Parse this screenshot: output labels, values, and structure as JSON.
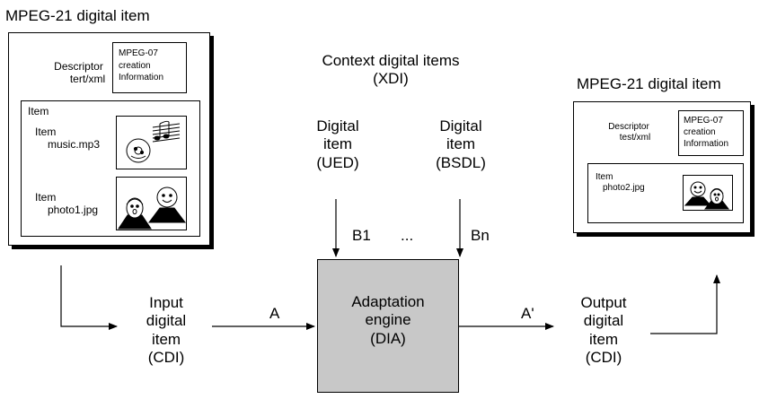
{
  "left_item": {
    "title": "MPEG-21 digital item",
    "descriptor": {
      "line1": "Descriptor",
      "line2": "tert/xml"
    },
    "creation_box": {
      "line1": "MPEG-07",
      "line2": "creation",
      "line3": "Information"
    },
    "item_group": {
      "label": "Item",
      "music": {
        "line1": "Item",
        "line2": "music.mp3"
      },
      "photo": {
        "line1": "Item",
        "line2": "photo1.jpg"
      }
    }
  },
  "context": {
    "title_line1": "Context digital items",
    "title_line2": "(XDI)",
    "ued": {
      "line1": "Digital",
      "line2": "item",
      "line3": "(UED)"
    },
    "bsdl": {
      "line1": "Digital",
      "line2": "item",
      "line3": "(BSDL)"
    },
    "b1": "B1",
    "ellipsis": "...",
    "bn": "Bn"
  },
  "input": {
    "line1": "Input",
    "line2": "digital",
    "line3": "item",
    "line4": "(CDI)",
    "arrow_label": "A"
  },
  "engine": {
    "line1": "Adaptation",
    "line2": "engine",
    "line3": "(DIA)"
  },
  "output": {
    "line1": "Output",
    "line2": "digital",
    "line3": "item",
    "line4": "(CDI)",
    "arrow_label": "A'"
  },
  "right_item": {
    "title": "MPEG-21 digital item",
    "descriptor": {
      "line1": "Descriptor",
      "line2": "test/xml"
    },
    "creation_box": {
      "line1": "MPEG-07",
      "line2": "creation",
      "line3": "Information"
    },
    "item_group": {
      "line1": "Item",
      "line2": "photo2.jpg"
    }
  }
}
